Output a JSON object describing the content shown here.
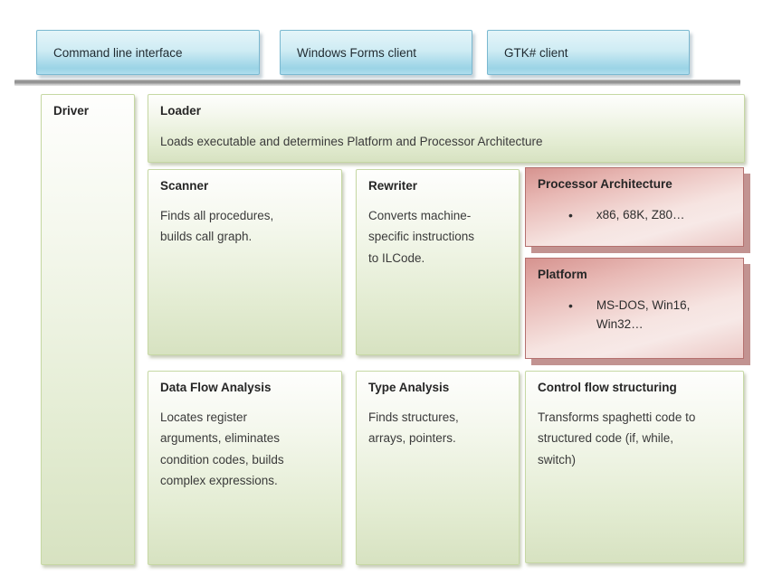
{
  "palette": {
    "client_box_top": "#e4f5f9",
    "client_box_bottom": "#9bd4e6",
    "client_border": "#7ab8d0",
    "green_box_top": "#fefefd",
    "green_box_bottom": "#d7e2c1",
    "green_border": "#c6d8a4",
    "red_box_dark": "#d6938f",
    "red_box_light": "#f7e9e7",
    "red_border": "#b4706e",
    "red_shadow": "#c29391",
    "divider_gray": "#8d8d8d",
    "text": "#3a3a3a"
  },
  "clients": [
    {
      "label": "Command line interface"
    },
    {
      "label": "Windows Forms client"
    },
    {
      "label": "GTK# client"
    }
  ],
  "driver": {
    "title": "Driver"
  },
  "loader": {
    "title": "Loader",
    "description": "Loads executable and determines Platform and Processor Architecture"
  },
  "scanner": {
    "title": "Scanner",
    "description": "Finds all procedures,\nbuilds call graph."
  },
  "rewriter": {
    "title": "Rewriter",
    "description": "Converts machine-\nspecific instructions\nto ILCode."
  },
  "processor_architecture": {
    "title": "Processor Architecture",
    "items": [
      "x86, 68K, Z80…"
    ]
  },
  "platform": {
    "title": "Platform",
    "items": [
      "MS-DOS, Win16,\nWin32…"
    ]
  },
  "data_flow_analysis": {
    "title": "Data Flow Analysis",
    "description": "Locates register\narguments, eliminates\ncondition codes, builds\ncomplex expressions."
  },
  "type_analysis": {
    "title": "Type Analysis",
    "description": "Finds structures,\narrays, pointers."
  },
  "control_flow_structuring": {
    "title": "Control flow structuring",
    "description": "Transforms spaghetti code to\nstructured code (if, while,\nswitch)"
  }
}
